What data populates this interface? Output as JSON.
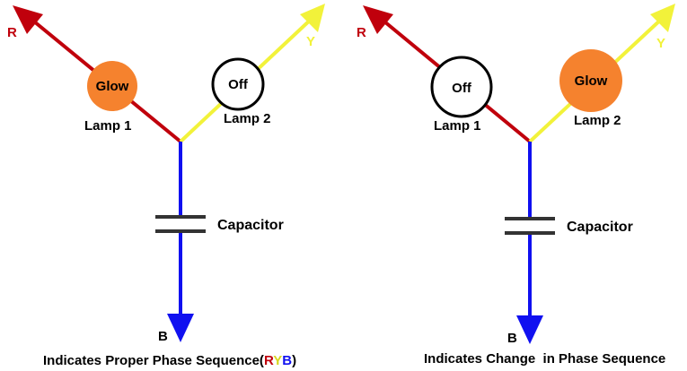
{
  "colors": {
    "r_phase": "#c0000c",
    "y_phase": "#f2f23a",
    "b_phase": "#1010f0",
    "lamp_glow": "#f5822e",
    "lamp_off": "#ffffff",
    "capacitor": "#333333"
  },
  "diagrams": [
    {
      "phase_labels": {
        "r": "R",
        "y": "Y",
        "b": "B"
      },
      "lamp1": {
        "state": "Glow",
        "label": "Lamp 1",
        "lit": true
      },
      "lamp2": {
        "state": "Off",
        "label": "Lamp 2",
        "lit": false
      },
      "capacitor_label": "Capacitor",
      "caption": {
        "prefix": "Indicates Proper Phase Sequence(",
        "r": "R",
        "y": "Y",
        "b": "B",
        "suffix": ")"
      }
    },
    {
      "phase_labels": {
        "r": "R",
        "y": "Y",
        "b": "B"
      },
      "lamp1": {
        "state": "Off",
        "label": "Lamp 1",
        "lit": false
      },
      "lamp2": {
        "state": "Glow",
        "label": "Lamp 2",
        "lit": true
      },
      "capacitor_label": "Capacitor",
      "caption": {
        "prefix": "Indicates Change  in Phase Sequence",
        "r": "",
        "y": "",
        "b": "",
        "suffix": ""
      }
    }
  ]
}
